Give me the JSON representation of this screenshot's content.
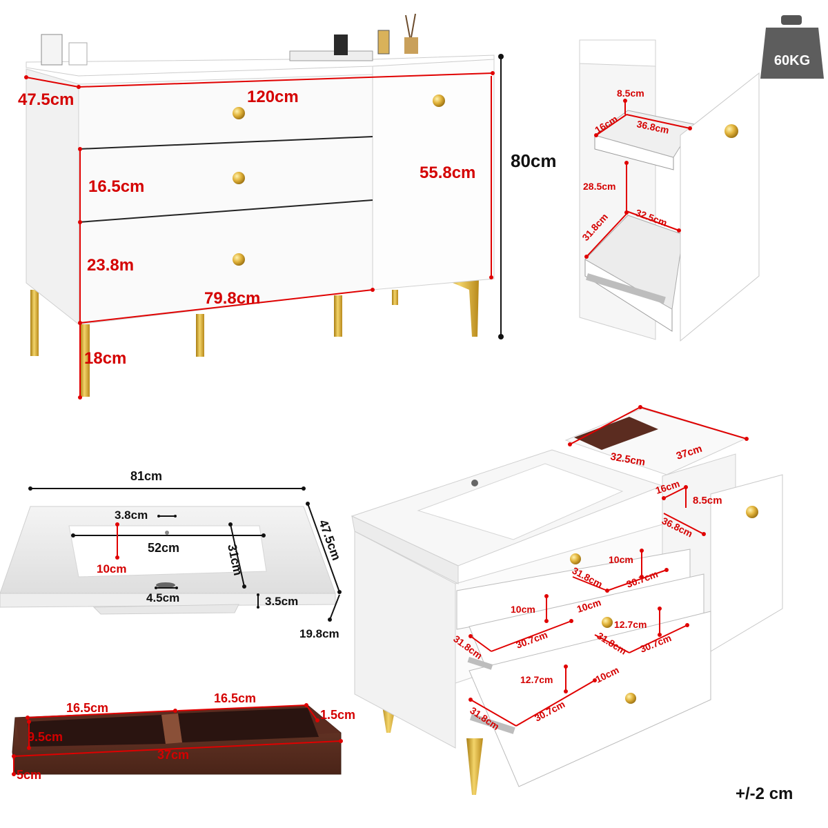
{
  "badge": {
    "weight": "60KG"
  },
  "tolerance": "+/-2 cm",
  "main_view": {
    "depth": "47.5cm",
    "width": "120cm",
    "height": "80cm",
    "cabinet_height": "55.8cm",
    "drawer_mid": "16.5cm",
    "drawer_low": "23.8m",
    "drawers_width": "79.8cm",
    "leg": "18cm"
  },
  "side_cabinet": {
    "top_h": "8.5cm",
    "top_d": "16cm",
    "top_w": "36.8cm",
    "inner_h": "28.5cm",
    "inner_w": "32.5cm",
    "inner_d": "31.8cm"
  },
  "basin": {
    "width": "81cm",
    "depth": "47.5cm",
    "tap_hole": "3.8cm",
    "bowl_w": "52cm",
    "bowl_d": "31cm",
    "edge": "10cm",
    "drain": "4.5cm",
    "rim": "3.5cm",
    "total_h": "19.8cm"
  },
  "tray": {
    "comp_left": "16.5cm",
    "comp_right": "16.5cm",
    "wall": "1.5cm",
    "inner_h": "9.5cm",
    "length": "37cm",
    "height": "5cm"
  },
  "open_view": {
    "tray_w": "32.5cm",
    "tray_d": "37cm",
    "top_d": "16cm",
    "top_h": "8.5cm",
    "top_w": "36.8cm",
    "d1_div_h": "10cm",
    "d1_div_d": "31.8cm",
    "d1_w": "30.7cm",
    "d2_h": "10cm",
    "d2_comp": "10cm",
    "d2_w": "30.7cm",
    "d2_d": "31.8cm",
    "d2_h2": "12.7cm",
    "d2_d2": "31.8cm",
    "d2_w2": "30.7cm",
    "d3_h": "12.7cm",
    "d3_comp": "10cm",
    "d3_w": "30.7cm",
    "d3_d": "31.8cm"
  }
}
